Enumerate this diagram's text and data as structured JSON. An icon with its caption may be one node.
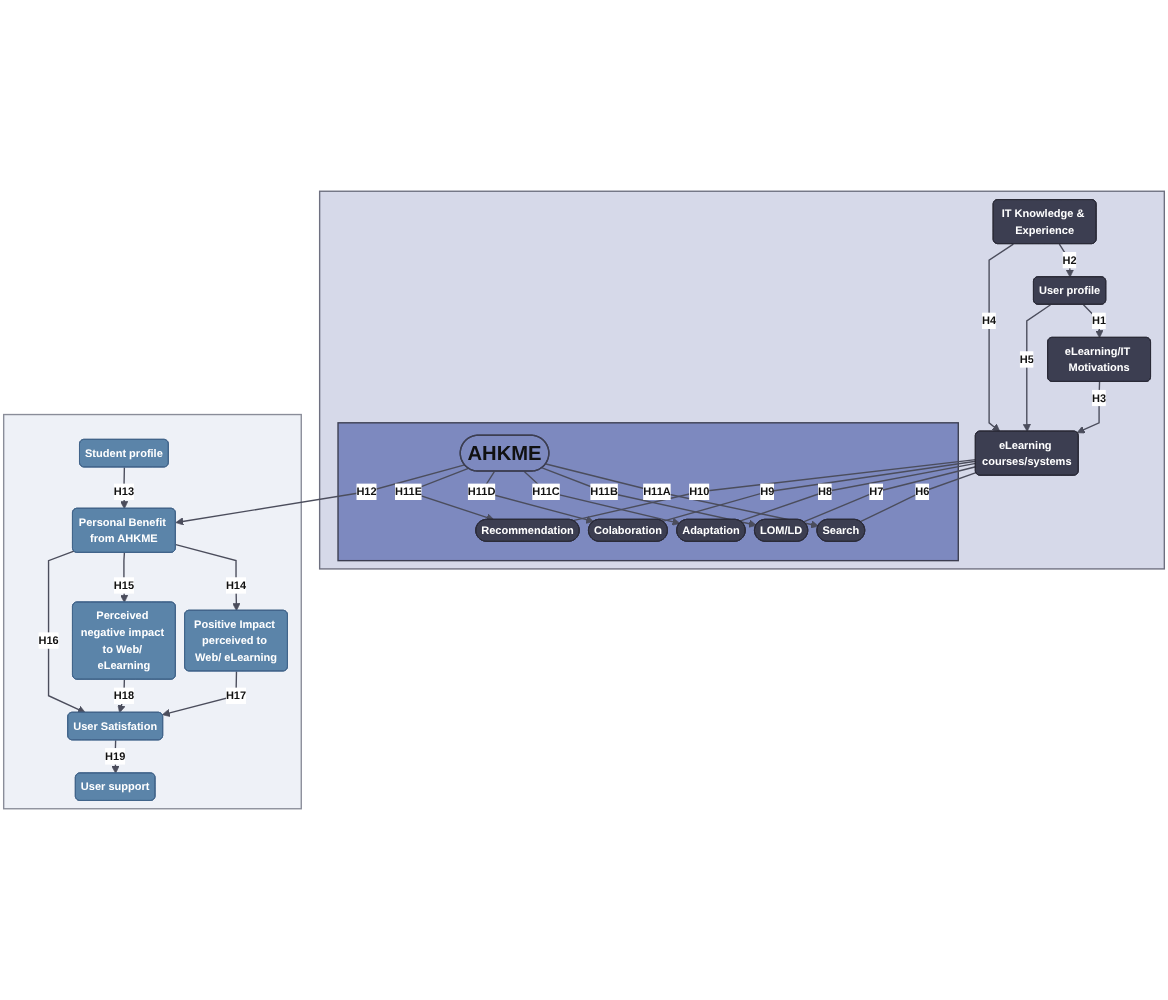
{
  "diagram": {
    "nodes": [
      {
        "text": [],
        "shape": "box"
      },
      {
        "text": [
          "User profile"
        ],
        "in": 0
      },
      {
        "text": [
          "eLearning/IT Motivations"
        ],
        "in": 0
      },
      {
        "text": [
          "IT Knowledge & Experience"
        ],
        "in": 0
      },
      {
        "text": [
          "eLearning courses/systems"
        ],
        "in": 0
      },
      {
        "text": [],
        "shape": "box",
        "in": 0
      },
      {
        "text": [
          "Search"
        ],
        "in": 5
      },
      {
        "text": [
          "LOM/LD"
        ],
        "in": 5
      },
      {
        "text": [
          "Adaptation"
        ],
        "in": 5
      },
      {
        "text": [
          "Colaboration"
        ],
        "in": 5
      },
      {
        "text": [
          "Recommendation"
        ],
        "in": 5
      },
      {
        "text": [
          "AHKME"
        ],
        "in": 5
      },
      {
        "text": [],
        "shape": "box"
      },
      {
        "text": [
          "Personal Benefit from AHKME"
        ],
        "in": 12
      },
      {
        "text": [
          "Positive Impact perceived to Web/ eLearning"
        ],
        "in": 12
      },
      {
        "text": [
          "Perceived negative impact to Web/ eLearning"
        ],
        "in": 12
      },
      {
        "text": [
          "Student profile"
        ],
        "in": 12
      },
      {
        "text": [
          "User Satisfation"
        ],
        "in": 12
      },
      {
        "text": [
          "User support"
        ],
        "in": 12
      }
    ],
    "edges": [
      {
        "from": 1,
        "to": 2,
        "arrow": "to",
        "label": "H1"
      },
      {
        "from": 3,
        "to": 1,
        "arrow": "to",
        "label": "H2"
      },
      {
        "from": 2,
        "to": 4,
        "arrow": "to",
        "label": "H3"
      },
      {
        "from": 3,
        "to": 4,
        "arrow": "to",
        "label": "H4"
      },
      {
        "from": 1,
        "to": 4,
        "arrow": "to",
        "label": "H5"
      },
      {
        "from": 4,
        "to": 6,
        "arrow": "none",
        "label": "H6"
      },
      {
        "from": 4,
        "to": 7,
        "arrow": "none",
        "label": "H7"
      },
      {
        "from": 4,
        "to": 8,
        "arrow": "none",
        "label": "H8"
      },
      {
        "from": 4,
        "to": 9,
        "arrow": "none",
        "label": "H9"
      },
      {
        "from": 4,
        "to": 10,
        "arrow": "none",
        "label": "H10"
      },
      {
        "from": 11,
        "to": 6,
        "arrow": "to",
        "label": "H11A"
      },
      {
        "from": 11,
        "to": 7,
        "arrow": "to",
        "label": "H11B"
      },
      {
        "from": 11,
        "to": 8,
        "arrow": "to",
        "label": "H11C"
      },
      {
        "from": 11,
        "to": 9,
        "arrow": "to",
        "label": "H11D"
      },
      {
        "from": 11,
        "to": 10,
        "arrow": "to",
        "label": "H11E"
      },
      {
        "from": 11,
        "to": 13,
        "arrow": "to",
        "label": "H12"
      },
      {
        "from": 16,
        "to": 13,
        "arrow": "to",
        "label": "H13"
      },
      {
        "from": 13,
        "to": 14,
        "arrow": "to",
        "label": "H14"
      },
      {
        "from": 13,
        "to": 15,
        "arrow": "to",
        "label": "H15"
      },
      {
        "from": 13,
        "to": 17,
        "arrow": "to",
        "label": "H16"
      },
      {
        "from": 14,
        "to": 17,
        "arrow": "to",
        "label": "H17"
      },
      {
        "from": 15,
        "to": 17,
        "arrow": "to",
        "label": "H18"
      },
      {
        "from": 17,
        "to": 18,
        "arrow": "to",
        "label": "H19"
      }
    ]
  }
}
